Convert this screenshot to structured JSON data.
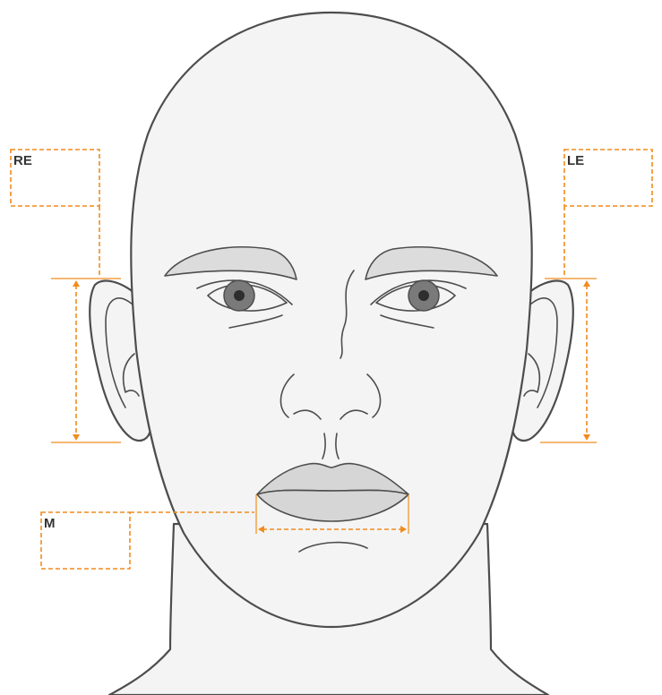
{
  "labels": {
    "right_ear": "RE",
    "left_ear": "LE",
    "mouth": "M"
  },
  "colors": {
    "accent": "#f08c1e",
    "outline": "#4d4d4d",
    "skin": "#f4f4f4",
    "brow": "#dcdcdc",
    "iris": "#7a7a7a",
    "pupil": "#2e2e2e"
  },
  "icons": {
    "dimension_arrow": "double-headed-arrow"
  }
}
